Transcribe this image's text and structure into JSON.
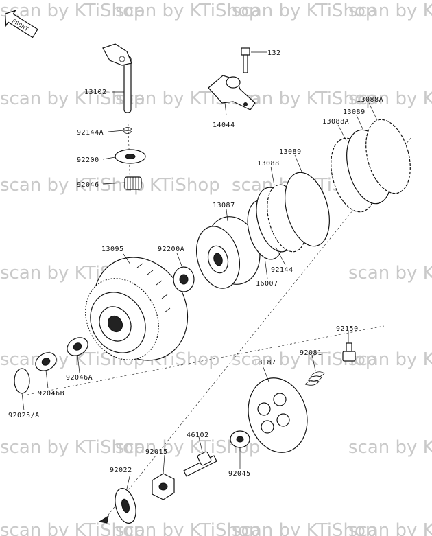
{
  "watermark": {
    "text": "scan by KTiShop",
    "cut_1": "scan by KTiSh",
    "cut_2": "scan by KTiS",
    "cut_3": "KTiShop",
    "cut_4": "Shop",
    "cut_5": "KTiShop"
  },
  "front_badge": "FRONT",
  "parts": {
    "p13102": "13102",
    "p132": "132",
    "p92144A": "92144A",
    "p92200": "92200",
    "p92046": "92046",
    "p14044": "14044",
    "p13088A": "13088A",
    "p13089a": "13089",
    "p13088A_b": "13088A",
    "p13089b": "13089",
    "p13088": "13088",
    "p13087": "13087",
    "p13095": "13095",
    "p92200A": "92200A",
    "p92144": "92144",
    "p16007": "16007",
    "p92150": "92150",
    "p92081": "92081",
    "p13187": "13187",
    "p92046A": "92046A",
    "p92046B": "92046B",
    "p92025A": "92025/A",
    "p46102": "46102",
    "p92015": "92015",
    "p92045": "92045",
    "p92022": "92022"
  }
}
